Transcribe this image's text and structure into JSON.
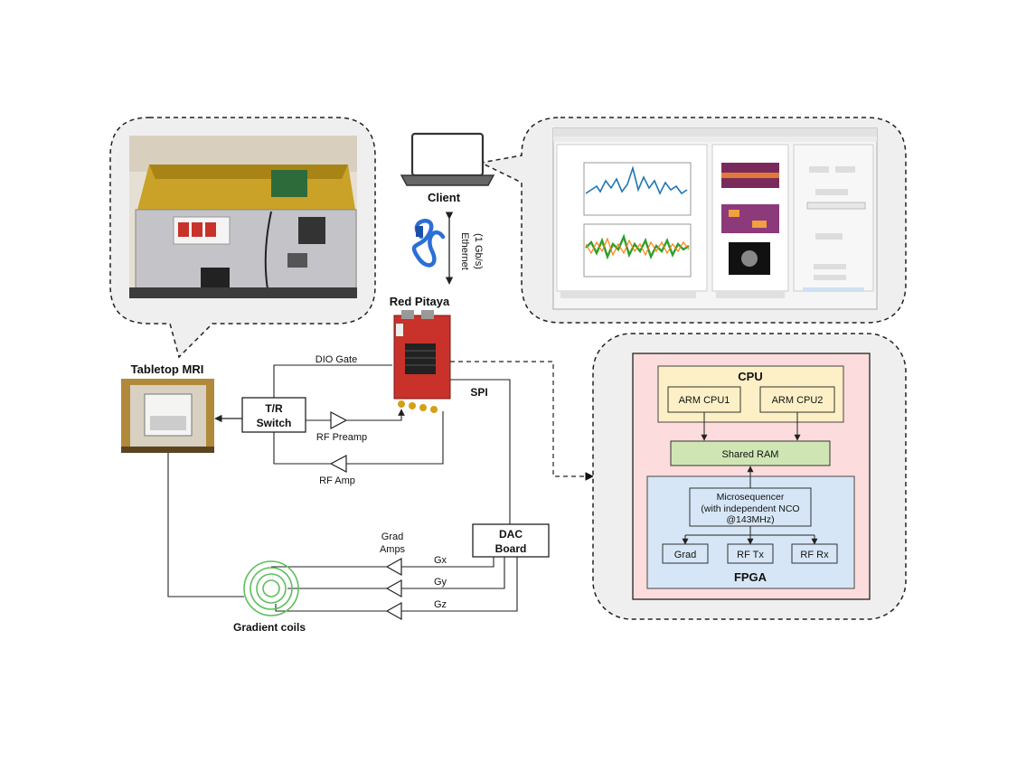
{
  "labels": {
    "tabletop_mri": "Tabletop MRI",
    "client": "Client",
    "red_pitaya": "Red Pitaya",
    "ethernet_line1": "Ethernet",
    "ethernet_line2": "(1 Gb/s)",
    "dio_gate": "DIO Gate",
    "tr_switch_line1": "T/R",
    "tr_switch_line2": "Switch",
    "rf_preamp": "RF Preamp",
    "rf_amp": "RF Amp",
    "spi": "SPI",
    "dac_board_line1": "DAC",
    "dac_board_line2": "Board",
    "grad_amps_line1": "Grad",
    "grad_amps_line2": "Amps",
    "gx": "Gx",
    "gy": "Gy",
    "gz": "Gz",
    "gradient_coils": "Gradient coils"
  },
  "fpga_block": {
    "cpu_title": "CPU",
    "arm_cpu1": "ARM CPU1",
    "arm_cpu2": "ARM CPU2",
    "shared_ram": "Shared RAM",
    "microsequencer_line1": "Microsequencer",
    "microsequencer_line2": "(with independent NCO",
    "microsequencer_line3": "@143MHz)",
    "grad": "Grad",
    "rf_tx": "RF Tx",
    "rf_rx": "RF Rx",
    "fpga_title": "FPGA"
  },
  "colors": {
    "fpga_outer_fill": "#fcdcdc",
    "cpu_fill": "#fdf0c6",
    "shared_ram_fill": "#cfe6b4",
    "fpga_inner_fill": "#d6e6f6",
    "coil_green": "#5cbf5c",
    "ethernet_blue": "#2b6fd6",
    "rf_board_red": "#c8322a"
  }
}
